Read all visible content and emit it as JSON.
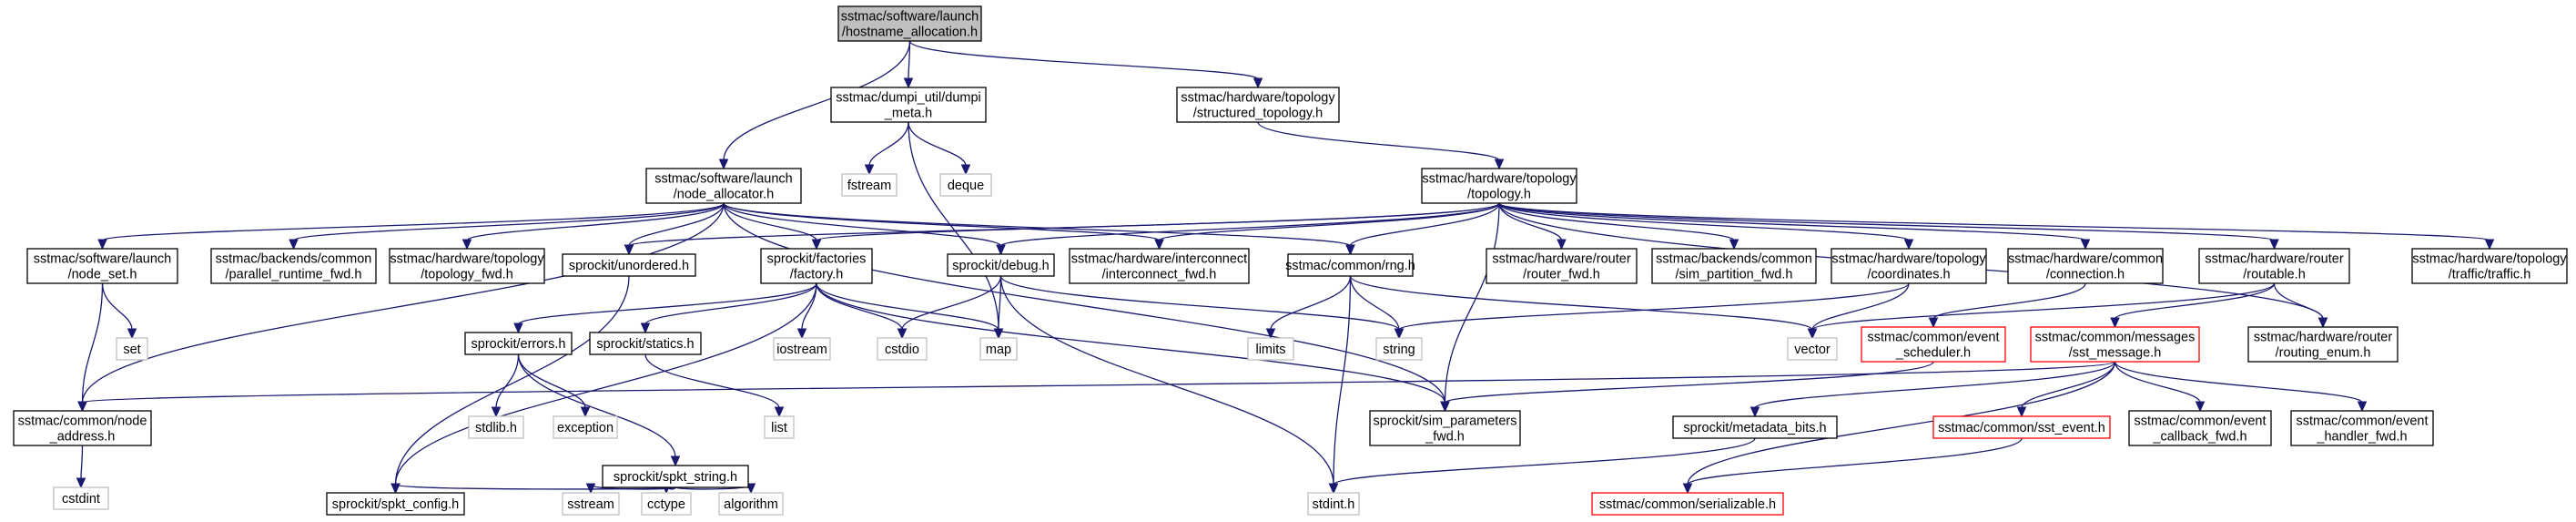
{
  "graph": {
    "background": "#ffffff",
    "edge_color": "#191970",
    "node_styles": {
      "root": {
        "fill": "#bfbfbf",
        "stroke": "#000000"
      },
      "normal": {
        "fill": "#ffffff",
        "stroke": "#000000"
      },
      "external": {
        "fill": "#ffffff",
        "stroke": "#bfbfbf"
      },
      "truncated": {
        "fill": "#ffffff",
        "stroke": "#ff0000"
      }
    },
    "nodes": [
      {
        "id": "hostname_allocation",
        "lines": [
          "sstmac/software/launch",
          "/hostname_allocation.h"
        ],
        "style": "root"
      },
      {
        "id": "node_allocator",
        "lines": [
          "sstmac/software/launch",
          "/node_allocator.h"
        ],
        "style": "normal"
      },
      {
        "id": "dumpi_meta",
        "lines": [
          "sstmac/dumpi_util/dumpi",
          "_meta.h"
        ],
        "style": "normal"
      },
      {
        "id": "structured_topology",
        "lines": [
          "sstmac/hardware/topology",
          "/structured_topology.h"
        ],
        "style": "normal"
      },
      {
        "id": "fstream",
        "lines": [
          "fstream"
        ],
        "style": "external"
      },
      {
        "id": "deque",
        "lines": [
          "deque"
        ],
        "style": "external"
      },
      {
        "id": "topology",
        "lines": [
          "sstmac/hardware/topology",
          "/topology.h"
        ],
        "style": "normal"
      },
      {
        "id": "node_set",
        "lines": [
          "sstmac/software/launch",
          "/node_set.h"
        ],
        "style": "normal"
      },
      {
        "id": "parallel_runtime_fwd",
        "lines": [
          "sstmac/backends/common",
          "/parallel_runtime_fwd.h"
        ],
        "style": "normal"
      },
      {
        "id": "topology_fwd",
        "lines": [
          "sstmac/hardware/topology",
          "/topology_fwd.h"
        ],
        "style": "normal"
      },
      {
        "id": "unordered",
        "lines": [
          "sprockit/unordered.h"
        ],
        "style": "normal"
      },
      {
        "id": "factory",
        "lines": [
          "sprockit/factories",
          "/factory.h"
        ],
        "style": "normal"
      },
      {
        "id": "debug",
        "lines": [
          "sprockit/debug.h"
        ],
        "style": "normal"
      },
      {
        "id": "interconnect_fwd",
        "lines": [
          "sstmac/hardware/interconnect",
          "/interconnect_fwd.h"
        ],
        "style": "normal"
      },
      {
        "id": "rng",
        "lines": [
          "sstmac/common/rng.h"
        ],
        "style": "normal"
      },
      {
        "id": "router_fwd",
        "lines": [
          "sstmac/hardware/router",
          "/router_fwd.h"
        ],
        "style": "normal"
      },
      {
        "id": "sim_partition_fwd",
        "lines": [
          "sstmac/backends/common",
          "/sim_partition_fwd.h"
        ],
        "style": "normal"
      },
      {
        "id": "coordinates",
        "lines": [
          "sstmac/hardware/topology",
          "/coordinates.h"
        ],
        "style": "normal"
      },
      {
        "id": "connection",
        "lines": [
          "sstmac/hardware/common",
          "/connection.h"
        ],
        "style": "normal"
      },
      {
        "id": "routable",
        "lines": [
          "sstmac/hardware/router",
          "/routable.h"
        ],
        "style": "normal"
      },
      {
        "id": "traffic",
        "lines": [
          "sstmac/hardware/topology",
          "/traffic/traffic.h"
        ],
        "style": "normal"
      },
      {
        "id": "set",
        "lines": [
          "set"
        ],
        "style": "external"
      },
      {
        "id": "errors",
        "lines": [
          "sprockit/errors.h"
        ],
        "style": "normal"
      },
      {
        "id": "statics",
        "lines": [
          "sprockit/statics.h"
        ],
        "style": "normal"
      },
      {
        "id": "iostream",
        "lines": [
          "iostream"
        ],
        "style": "external"
      },
      {
        "id": "cstdio",
        "lines": [
          "cstdio"
        ],
        "style": "external"
      },
      {
        "id": "map",
        "lines": [
          "map"
        ],
        "style": "external"
      },
      {
        "id": "limits",
        "lines": [
          "limits"
        ],
        "style": "external"
      },
      {
        "id": "string",
        "lines": [
          "string"
        ],
        "style": "external"
      },
      {
        "id": "vector",
        "lines": [
          "vector"
        ],
        "style": "external"
      },
      {
        "id": "event_scheduler",
        "lines": [
          "sstmac/common/event",
          "_scheduler.h"
        ],
        "style": "truncated"
      },
      {
        "id": "sst_message",
        "lines": [
          "sstmac/common/messages",
          "/sst_message.h"
        ],
        "style": "truncated"
      },
      {
        "id": "routing_enum",
        "lines": [
          "sstmac/hardware/router",
          "/routing_enum.h"
        ],
        "style": "normal"
      },
      {
        "id": "node_address",
        "lines": [
          "sstmac/common/node",
          "_address.h"
        ],
        "style": "normal"
      },
      {
        "id": "stdlib",
        "lines": [
          "stdlib.h"
        ],
        "style": "external"
      },
      {
        "id": "exception",
        "lines": [
          "exception"
        ],
        "style": "external"
      },
      {
        "id": "list",
        "lines": [
          "list"
        ],
        "style": "external"
      },
      {
        "id": "sim_parameters_fwd",
        "lines": [
          "sprockit/sim_parameters",
          "_fwd.h"
        ],
        "style": "normal"
      },
      {
        "id": "metadata_bits",
        "lines": [
          "sprockit/metadata_bits.h"
        ],
        "style": "normal"
      },
      {
        "id": "sst_event",
        "lines": [
          "sstmac/common/sst_event.h"
        ],
        "style": "truncated"
      },
      {
        "id": "event_callback_fwd",
        "lines": [
          "sstmac/common/event",
          "_callback_fwd.h"
        ],
        "style": "normal"
      },
      {
        "id": "event_handler_fwd",
        "lines": [
          "sstmac/common/event",
          "_handler_fwd.h"
        ],
        "style": "normal"
      },
      {
        "id": "spkt_string",
        "lines": [
          "sprockit/spkt_string.h"
        ],
        "style": "normal"
      },
      {
        "id": "cstdint",
        "lines": [
          "cstdint"
        ],
        "style": "external"
      },
      {
        "id": "spkt_config",
        "lines": [
          "sprockit/spkt_config.h"
        ],
        "style": "normal"
      },
      {
        "id": "sstream",
        "lines": [
          "sstream"
        ],
        "style": "external"
      },
      {
        "id": "cctype",
        "lines": [
          "cctype"
        ],
        "style": "external"
      },
      {
        "id": "algorithm",
        "lines": [
          "algorithm"
        ],
        "style": "external"
      },
      {
        "id": "stdint",
        "lines": [
          "stdint.h"
        ],
        "style": "external"
      },
      {
        "id": "serializable",
        "lines": [
          "sstmac/common/serializable.h"
        ],
        "style": "truncated"
      }
    ],
    "edges": [
      [
        "hostname_allocation",
        "node_allocator"
      ],
      [
        "hostname_allocation",
        "dumpi_meta"
      ],
      [
        "hostname_allocation",
        "structured_topology"
      ],
      [
        "dumpi_meta",
        "fstream"
      ],
      [
        "dumpi_meta",
        "deque"
      ],
      [
        "dumpi_meta",
        "map"
      ],
      [
        "structured_topology",
        "topology"
      ],
      [
        "node_allocator",
        "node_set"
      ],
      [
        "node_allocator",
        "parallel_runtime_fwd"
      ],
      [
        "node_allocator",
        "topology_fwd"
      ],
      [
        "node_allocator",
        "unordered"
      ],
      [
        "node_allocator",
        "factory"
      ],
      [
        "node_allocator",
        "debug"
      ],
      [
        "node_allocator",
        "interconnect_fwd"
      ],
      [
        "node_allocator",
        "rng"
      ],
      [
        "node_allocator",
        "node_address"
      ],
      [
        "node_allocator",
        "sim_parameters_fwd"
      ],
      [
        "topology",
        "unordered"
      ],
      [
        "topology",
        "factory"
      ],
      [
        "topology",
        "debug"
      ],
      [
        "topology",
        "interconnect_fwd"
      ],
      [
        "topology",
        "rng"
      ],
      [
        "topology",
        "router_fwd"
      ],
      [
        "topology",
        "sim_partition_fwd"
      ],
      [
        "topology",
        "coordinates"
      ],
      [
        "topology",
        "connection"
      ],
      [
        "topology",
        "routable"
      ],
      [
        "topology",
        "traffic"
      ],
      [
        "topology",
        "routing_enum"
      ],
      [
        "topology",
        "sim_parameters_fwd"
      ],
      [
        "node_set",
        "set"
      ],
      [
        "node_set",
        "node_address"
      ],
      [
        "unordered",
        "spkt_config"
      ],
      [
        "factory",
        "errors"
      ],
      [
        "factory",
        "statics"
      ],
      [
        "factory",
        "iostream"
      ],
      [
        "factory",
        "cstdio"
      ],
      [
        "factory",
        "map"
      ],
      [
        "factory",
        "spkt_config"
      ],
      [
        "factory",
        "sim_parameters_fwd"
      ],
      [
        "debug",
        "cstdio"
      ],
      [
        "debug",
        "map"
      ],
      [
        "debug",
        "string"
      ],
      [
        "debug",
        "stdint"
      ],
      [
        "rng",
        "limits"
      ],
      [
        "rng",
        "string"
      ],
      [
        "rng",
        "vector"
      ],
      [
        "rng",
        "stdint"
      ],
      [
        "coordinates",
        "vector"
      ],
      [
        "coordinates",
        "string"
      ],
      [
        "connection",
        "event_scheduler"
      ],
      [
        "routable",
        "vector"
      ],
      [
        "routable",
        "sst_message"
      ],
      [
        "routable",
        "routing_enum"
      ],
      [
        "errors",
        "stdlib"
      ],
      [
        "errors",
        "exception"
      ],
      [
        "errors",
        "spkt_string"
      ],
      [
        "statics",
        "list"
      ],
      [
        "spkt_string",
        "spkt_config"
      ],
      [
        "spkt_string",
        "sstream"
      ],
      [
        "spkt_string",
        "cctype"
      ],
      [
        "spkt_string",
        "algorithm"
      ],
      [
        "node_address",
        "cstdint"
      ],
      [
        "event_scheduler",
        "sim_parameters_fwd"
      ],
      [
        "sst_message",
        "node_address"
      ],
      [
        "sst_message",
        "metadata_bits"
      ],
      [
        "sst_message",
        "sst_event"
      ],
      [
        "sst_message",
        "event_callback_fwd"
      ],
      [
        "sst_message",
        "event_handler_fwd"
      ],
      [
        "sst_message",
        "serializable"
      ],
      [
        "metadata_bits",
        "stdint"
      ],
      [
        "sst_event",
        "serializable"
      ]
    ]
  }
}
